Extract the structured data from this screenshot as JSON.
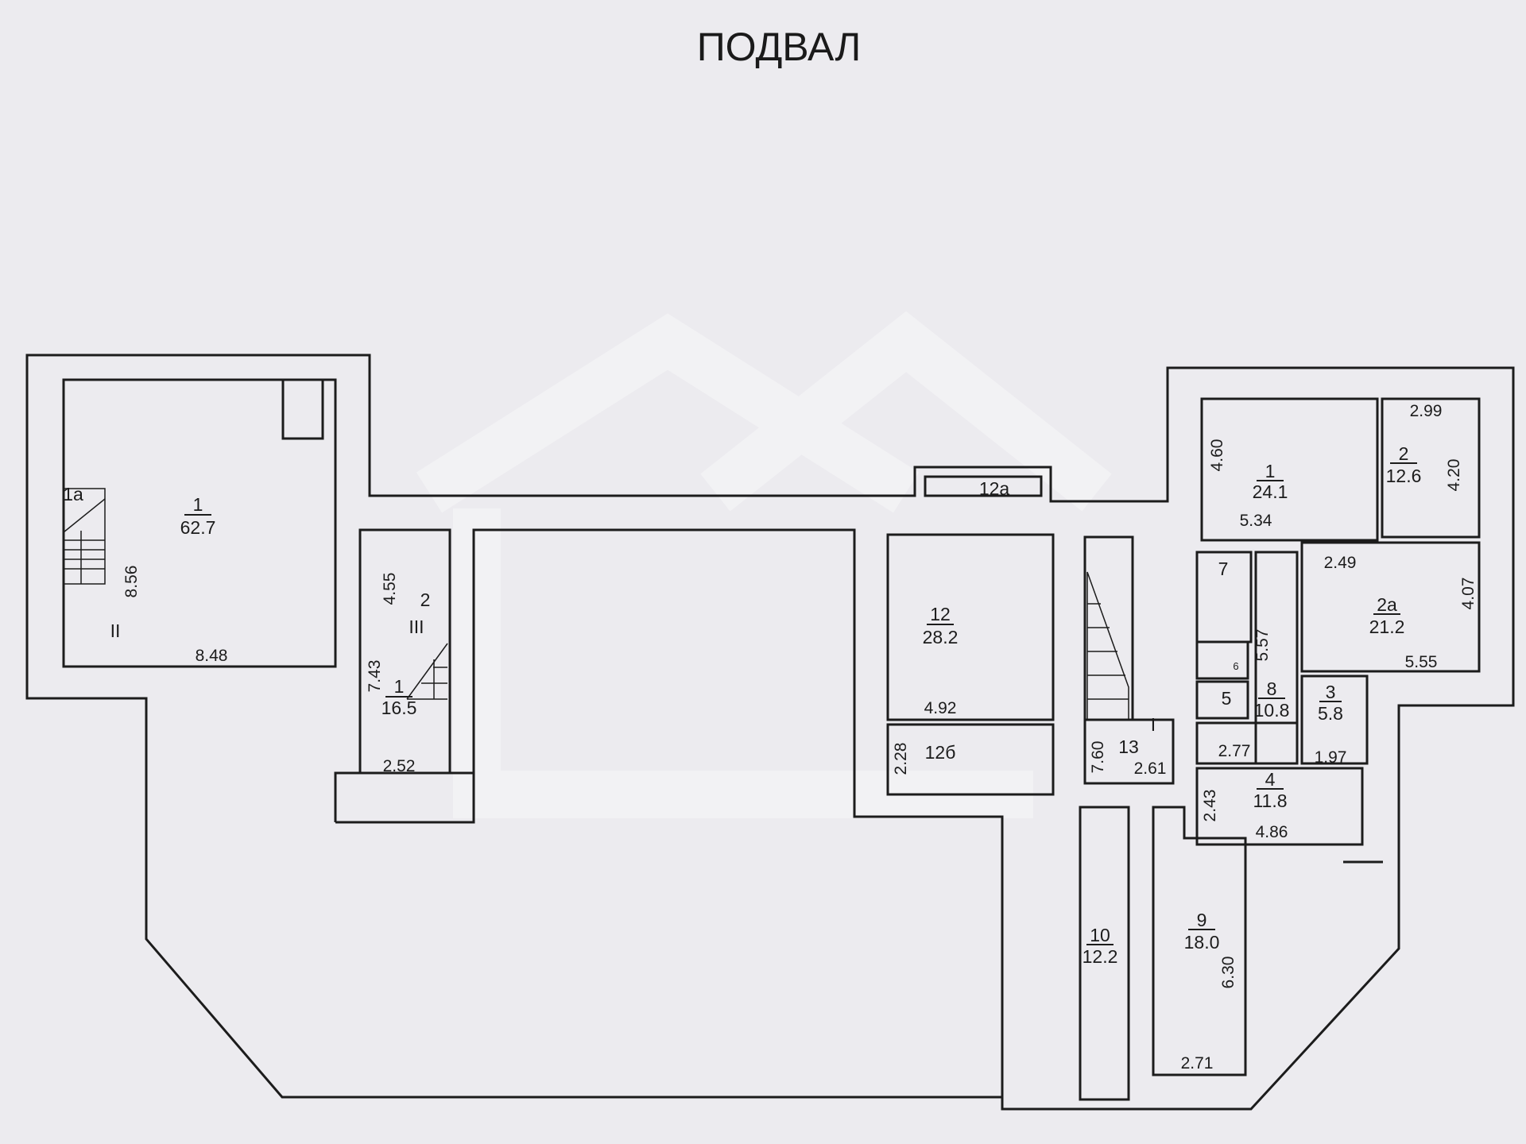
{
  "title": "ПОДВАЛ",
  "rooms": {
    "r1a": {
      "num": "1а"
    },
    "r1_left": {
      "num": "1",
      "area": "62.7"
    },
    "r1_stair": {
      "num": "1",
      "area": "16.5"
    },
    "r2_stair": {
      "num": "2"
    },
    "r12a": {
      "num": "12а"
    },
    "r12": {
      "num": "12",
      "area": "28.2"
    },
    "r12b": {
      "num": "12б"
    },
    "r13": {
      "num": "13"
    },
    "r1_right": {
      "num": "1",
      "area": "24.1"
    },
    "r2_right": {
      "num": "2",
      "area": "12.6"
    },
    "r2a": {
      "num": "2а",
      "area": "21.2"
    },
    "r7": {
      "num": "7"
    },
    "r6": {
      "num": "6"
    },
    "r5": {
      "num": "5"
    },
    "r8": {
      "num": "8",
      "area": "10.8"
    },
    "r3": {
      "num": "3",
      "area": "5.8"
    },
    "r4": {
      "num": "4",
      "area": "11.8"
    },
    "r10": {
      "num": "10",
      "area": "12.2"
    },
    "r9": {
      "num": "9",
      "area": "18.0"
    }
  },
  "stair_marks": {
    "II": "II",
    "III": "III",
    "I": "I"
  },
  "dimensions": {
    "d856": "8.56",
    "d848": "8.48",
    "d455": "4.55",
    "d743": "7.43",
    "d252": "2.52",
    "d492": "4.92",
    "d228": "2.28",
    "d760": "7.60",
    "d261": "2.61",
    "d460": "4.60",
    "d534": "5.34",
    "d299": "2.99",
    "d420": "4.20",
    "d249": "2.49",
    "d407": "4.07",
    "d555": "5.55",
    "d557": "5.57",
    "d277": "2.77",
    "d197": "1.97",
    "d243": "2.43",
    "d486": "4.86",
    "d630": "6.30",
    "d271": "2.71"
  },
  "colors": {
    "background": "#ecebef",
    "lines": "#1c1c1c"
  }
}
